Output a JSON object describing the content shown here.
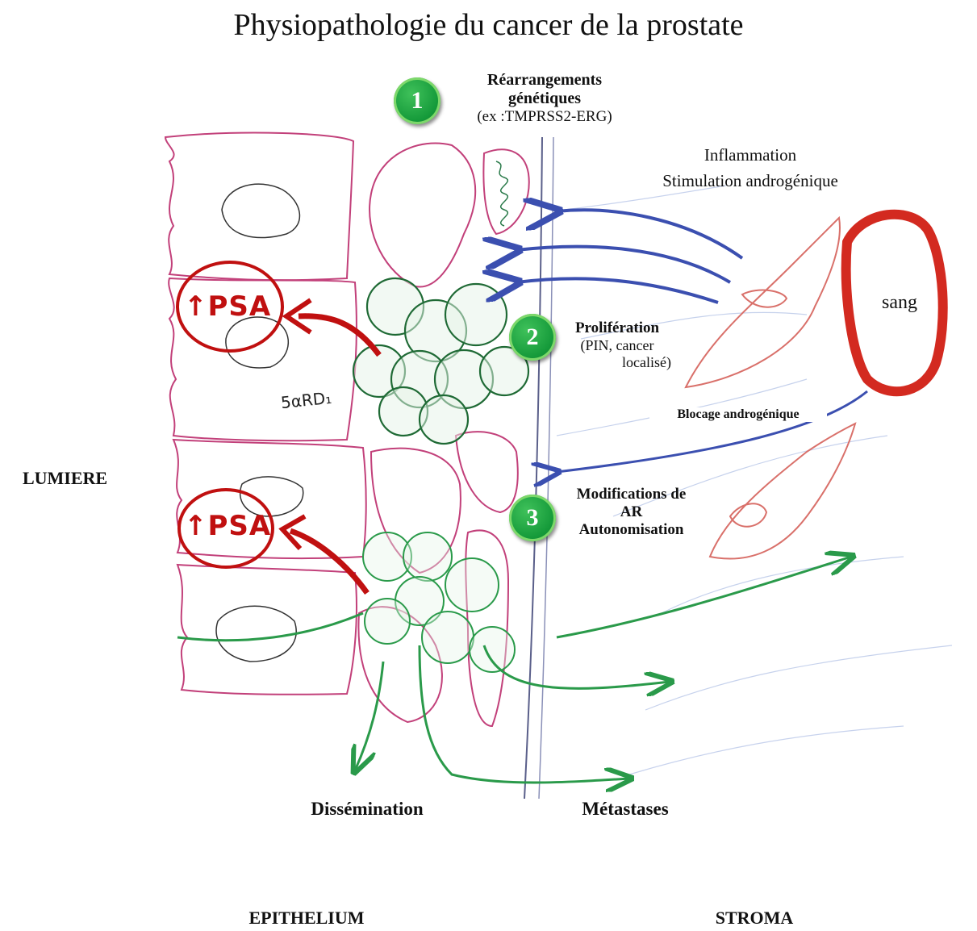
{
  "title": "Physiopathologie du cancer de la prostate",
  "steps": [
    {
      "number": "1",
      "title": "Réarrangements génétiques",
      "title_lines": [
        "Réarrangements",
        "génétiques"
      ],
      "subtitle": "(ex :TMPRSS2-ERG)"
    },
    {
      "number": "2",
      "title": "Prolifération",
      "subtitle_lines": [
        "(PIN, cancer",
        "localisé)"
      ]
    },
    {
      "number": "3",
      "title_lines": [
        "Modifications de",
        "AR",
        "Autonomisation"
      ]
    }
  ],
  "labels": {
    "inflammation": "Inflammation",
    "stimulation": "Stimulation androgénique",
    "sang": "sang",
    "blocage": "Blocage androgénique",
    "lumiere": "LUMIERE",
    "dissemination": "Dissémination",
    "metastases": "Métastases",
    "epithelium": "EPITHELIUM",
    "stroma": "STROMA",
    "psa_upper": "↑PSA",
    "psa_lower": "↑PSA",
    "reductase": "5αRD₁"
  },
  "colors": {
    "badge": "#159a3a",
    "psa_red": "#c01010",
    "inflammation_blue": "#3b4fb0",
    "dissemination_green": "#2a9a4a",
    "epithelium_pink": "#c2407a",
    "stroma_red": "#d9706a",
    "blood_red": "#d32a20"
  }
}
